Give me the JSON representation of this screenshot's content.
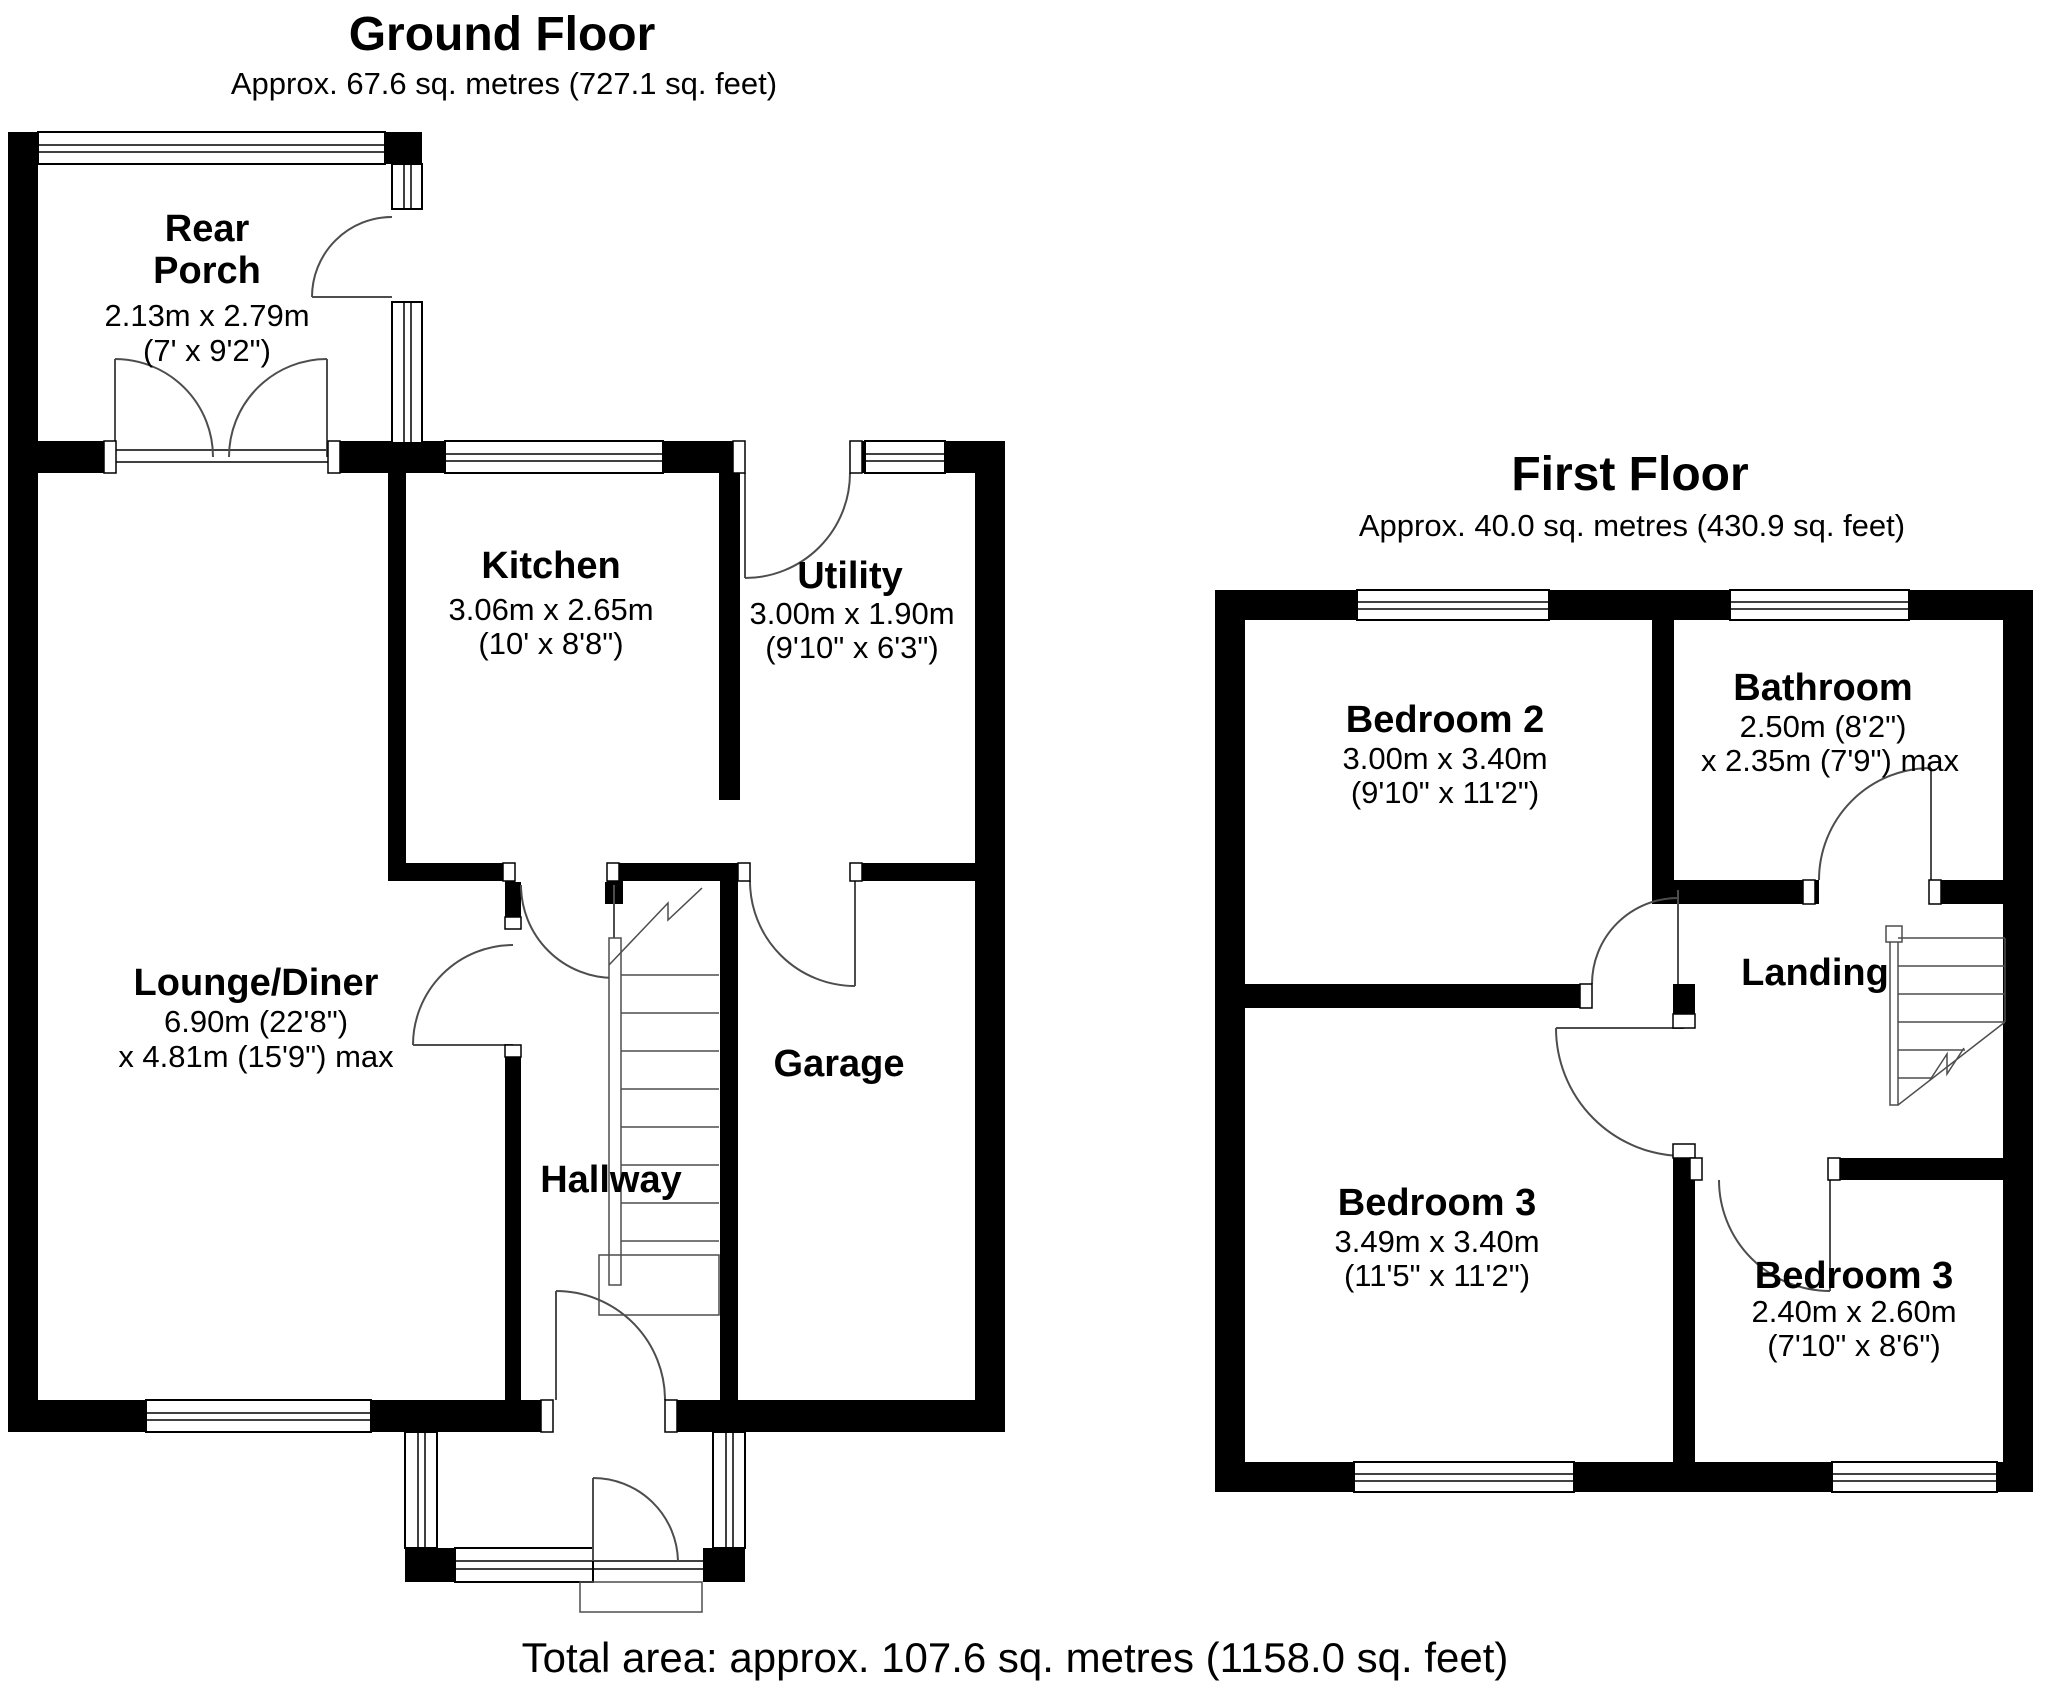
{
  "colors": {
    "background": "#ffffff",
    "walls": "#000000",
    "door_lines": "#4d4d4d"
  },
  "ground_floor": {
    "title": "Ground Floor",
    "subtitle": "Approx. 67.6 sq. metres (727.1 sq. feet)",
    "rooms": {
      "rear_porch": {
        "label": [
          "Rear",
          "Porch"
        ],
        "dims": [
          "2.13m x 2.79m",
          "(7' x 9'2\")"
        ]
      },
      "kitchen": {
        "label": [
          "Kitchen"
        ],
        "dims": [
          "3.06m x 2.65m",
          "(10' x 8'8\")"
        ]
      },
      "utility": {
        "label": [
          "Utility"
        ],
        "dims": [
          "3.00m x 1.90m",
          "(9'10\" x 6'3\")"
        ]
      },
      "lounge_diner": {
        "label": [
          "Lounge/Diner"
        ],
        "dims": [
          "6.90m (22'8\")",
          "x 4.81m (15'9\") max"
        ]
      },
      "hallway": {
        "label": [
          "Hallway"
        ],
        "dims": []
      },
      "garage": {
        "label": [
          "Garage"
        ],
        "dims": []
      }
    }
  },
  "first_floor": {
    "title": "First Floor",
    "subtitle": "Approx. 40.0 sq. metres (430.9 sq. feet)",
    "rooms": {
      "bedroom_2": {
        "label": [
          "Bedroom 2"
        ],
        "dims": [
          "3.00m x 3.40m",
          "(9'10\" x 11'2\")"
        ]
      },
      "bathroom": {
        "label": [
          "Bathroom"
        ],
        "dims": [
          "2.50m (8'2\")",
          "x 2.35m (7'9\") max"
        ]
      },
      "landing": {
        "label": [
          "Landing"
        ],
        "dims": []
      },
      "bedroom_3_left": {
        "label": [
          "Bedroom 3"
        ],
        "dims": [
          "3.49m x 3.40m",
          "(11'5\" x 11'2\")"
        ]
      },
      "bedroom_3_right": {
        "label": [
          "Bedroom 3"
        ],
        "dims": [
          "2.40m x 2.60m",
          "(7'10\" x 8'6\")"
        ]
      }
    }
  },
  "footer": {
    "total_area": "Total area: approx. 107.6 sq. metres (1158.0 sq. feet)"
  }
}
